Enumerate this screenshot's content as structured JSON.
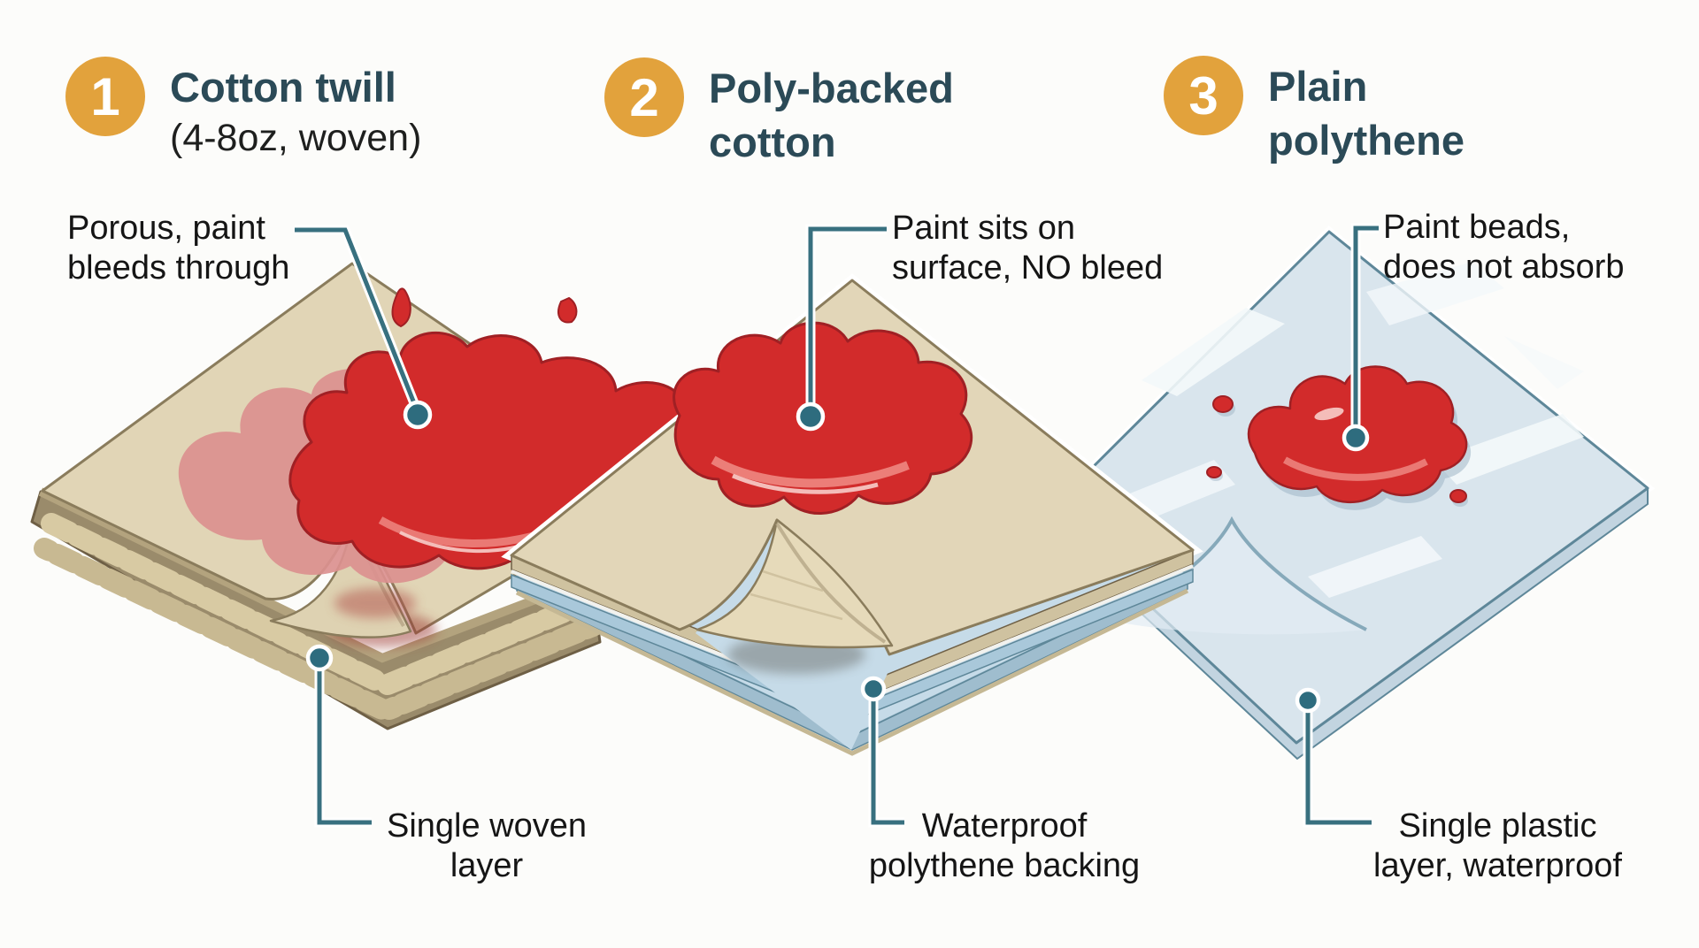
{
  "figure_type": "material-comparison-diagram",
  "columns": [
    {
      "badge": "1",
      "title_line1": "Cotton twill",
      "title_line2": "(4-8oz, woven)",
      "callout_top": [
        "Porous, paint",
        "bleeds through"
      ],
      "callout_bottom": [
        "Single woven",
        "layer"
      ]
    },
    {
      "badge": "2",
      "title_line1": "Poly-backed",
      "title_line2": "cotton",
      "callout_top": [
        "Paint sits on",
        "surface, NO bleed"
      ],
      "callout_bottom": [
        "Waterproof",
        "polythene backing"
      ]
    },
    {
      "badge": "3",
      "title_line1": "Plain",
      "title_line2": "polythene",
      "callout_top": [
        "Paint beads,",
        "does not absorb"
      ],
      "callout_bottom": [
        "Single plastic",
        "layer, waterproof"
      ]
    }
  ],
  "colors": {
    "badge_orange": "#E2A23C",
    "heading_teal": "#2B4A57",
    "body_text": "#151515",
    "pointer_teal": "#38707F",
    "pointer_dot": "#2E6C7E",
    "canvas_tan": "#E1D5B6",
    "canvas_edge": "#8A7C5C",
    "weave_base": "#9A8B6B",
    "paint_red": "#D22B2B",
    "paint_outline": "#A02024",
    "stain_pink": "#DB908F",
    "backing_blue": "#C6DBE8",
    "plastic_blue": "#D9E5ED",
    "plastic_stroke": "#5E8799",
    "background": "#FCFCFA"
  }
}
